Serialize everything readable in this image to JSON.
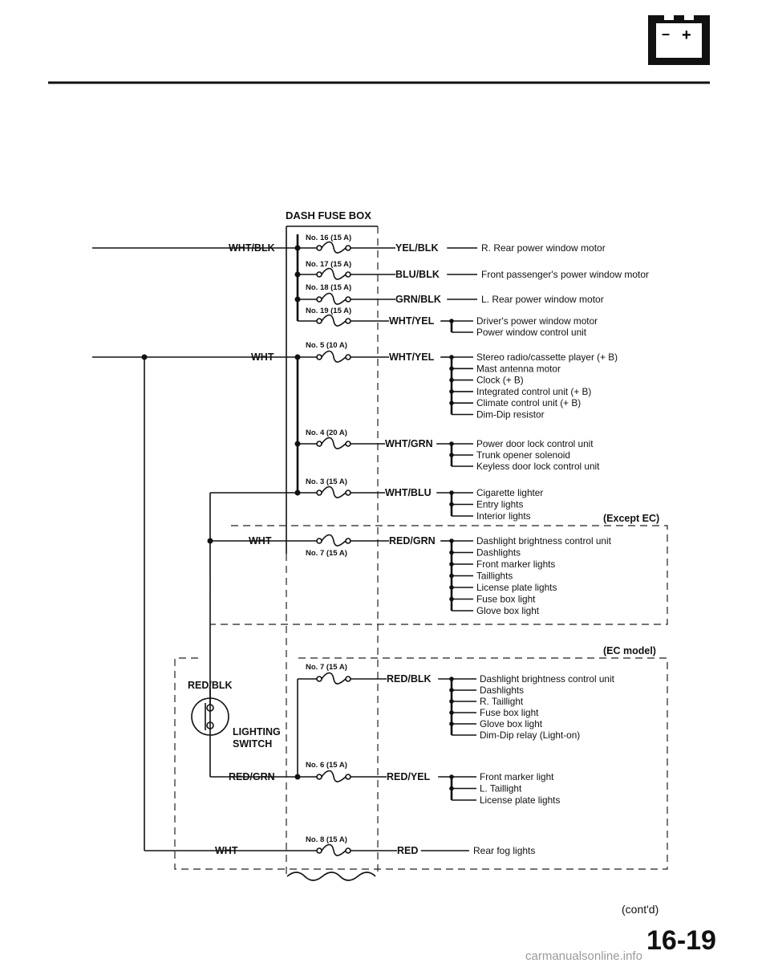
{
  "page": {
    "fuse_box_title": "DASH FUSE BOX",
    "section_except_ec": "(Except EC)",
    "section_ec": "(EC model)",
    "contd": "(cont'd)",
    "page_number": "16-19",
    "watermark": "carmanualsonline.info",
    "battery_icon": "battery-icon"
  },
  "fuses": [
    {
      "id": "f16",
      "label": "No. 16 (15 A)"
    },
    {
      "id": "f17",
      "label": "No. 17 (15 A)"
    },
    {
      "id": "f18",
      "label": "No. 18 (15 A)"
    },
    {
      "id": "f19",
      "label": "No. 19 (15 A)"
    },
    {
      "id": "f5",
      "label": "No. 5 (10 A)"
    },
    {
      "id": "f4",
      "label": "No. 4 (20 A)"
    },
    {
      "id": "f3",
      "label": "No. 3 (15 A)"
    },
    {
      "id": "f7a",
      "label": "No. 7 (15 A)"
    },
    {
      "id": "f7b",
      "label": "No. 7 (15 A)"
    },
    {
      "id": "f6",
      "label": "No. 6 (15 A)"
    },
    {
      "id": "f8",
      "label": "No. 8 (15 A)"
    }
  ],
  "input_wires": [
    "WHT/BLK",
    "WHT",
    "WHT",
    "RED/BLK",
    "RED/GRN",
    "WHT"
  ],
  "switch": {
    "line1": "LIGHTING",
    "line2": "SWITCH"
  },
  "circuits": [
    {
      "wire": "YEL/BLK",
      "loads": [
        "R. Rear power window motor"
      ]
    },
    {
      "wire": "BLU/BLK",
      "loads": [
        "Front passenger's power window motor"
      ]
    },
    {
      "wire": "GRN/BLK",
      "loads": [
        "L. Rear power window motor"
      ]
    },
    {
      "wire": "WHT/YEL",
      "loads": [
        "Driver's power window motor",
        "Power window control unit"
      ]
    },
    {
      "wire": "WHT/YEL",
      "loads": [
        "Stereo radio/cassette player (+ B)",
        "Mast antenna motor",
        "Clock (+ B)",
        "Integrated control unit (+ B)",
        "Climate control unit (+ B)",
        "Dim-Dip resistor"
      ]
    },
    {
      "wire": "WHT/GRN",
      "loads": [
        "Power door lock control unit",
        "Trunk opener solenoid",
        "Keyless door lock control unit"
      ]
    },
    {
      "wire": "WHT/BLU",
      "loads": [
        "Cigarette lighter",
        "Entry lights",
        "Interior lights"
      ]
    },
    {
      "wire": "RED/GRN",
      "loads": [
        "Dashlight brightness control unit",
        "Dashlights",
        "Front marker lights",
        "Taillights",
        "License plate lights",
        "Fuse box light",
        "Glove box light"
      ]
    },
    {
      "wire": "RED/BLK",
      "loads": [
        "Dashlight brightness control unit",
        "Dashlights",
        "R. Taillight",
        "Fuse box light",
        "Glove box light",
        "Dim-Dip relay (Light-on)"
      ]
    },
    {
      "wire": "RED/YEL",
      "loads": [
        "Front marker light",
        "L. Taillight",
        "License plate lights"
      ]
    },
    {
      "wire": "RED",
      "loads": [
        "Rear fog lights"
      ]
    }
  ]
}
